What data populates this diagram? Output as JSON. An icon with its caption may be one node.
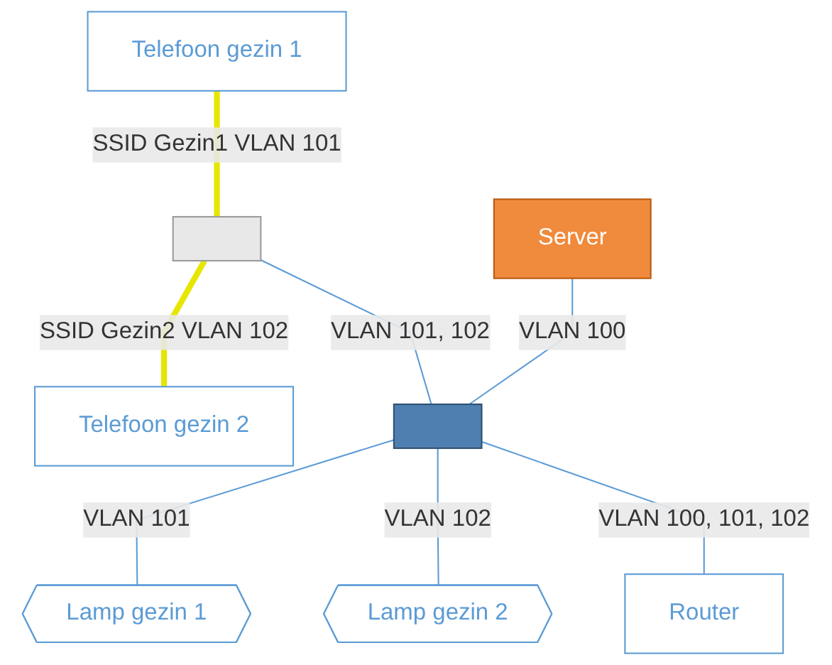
{
  "diagram": {
    "nodes": [
      {
        "text": [
          "Telefoon gezin 1"
        ]
      },
      {
        "text": [],
        "shape": "box"
      },
      {
        "text": [
          "Telefoon gezin 2"
        ]
      },
      {
        "text": [
          "Server"
        ]
      },
      {
        "text": [],
        "shape": "box"
      },
      {
        "text": [
          "Lamp gezin 1"
        ]
      },
      {
        "text": [
          "Lamp gezin 2"
        ]
      },
      {
        "text": [
          "Router"
        ]
      }
    ],
    "edges": [
      {
        "from": 0,
        "to": 1,
        "arrow": "none",
        "label": "SSID Gezin1 VLAN 101",
        "style": "thick",
        "color": "#e6e600"
      },
      {
        "from": 1,
        "to": 2,
        "arrow": "none",
        "label": "SSID Gezin2 VLAN 102",
        "style": "thick",
        "color": "#e6e600"
      },
      {
        "from": 1,
        "to": 4,
        "arrow": "none",
        "label": "VLAN 101, 102"
      },
      {
        "from": 3,
        "to": 4,
        "arrow": "none",
        "label": "VLAN 100"
      },
      {
        "from": 4,
        "to": 5,
        "arrow": "none",
        "label": "VLAN 101"
      },
      {
        "from": 4,
        "to": 6,
        "arrow": "none",
        "label": "VLAN 102"
      },
      {
        "from": 4,
        "to": 7,
        "arrow": "none",
        "label": "VLAN 100, 101, 102"
      }
    ]
  }
}
